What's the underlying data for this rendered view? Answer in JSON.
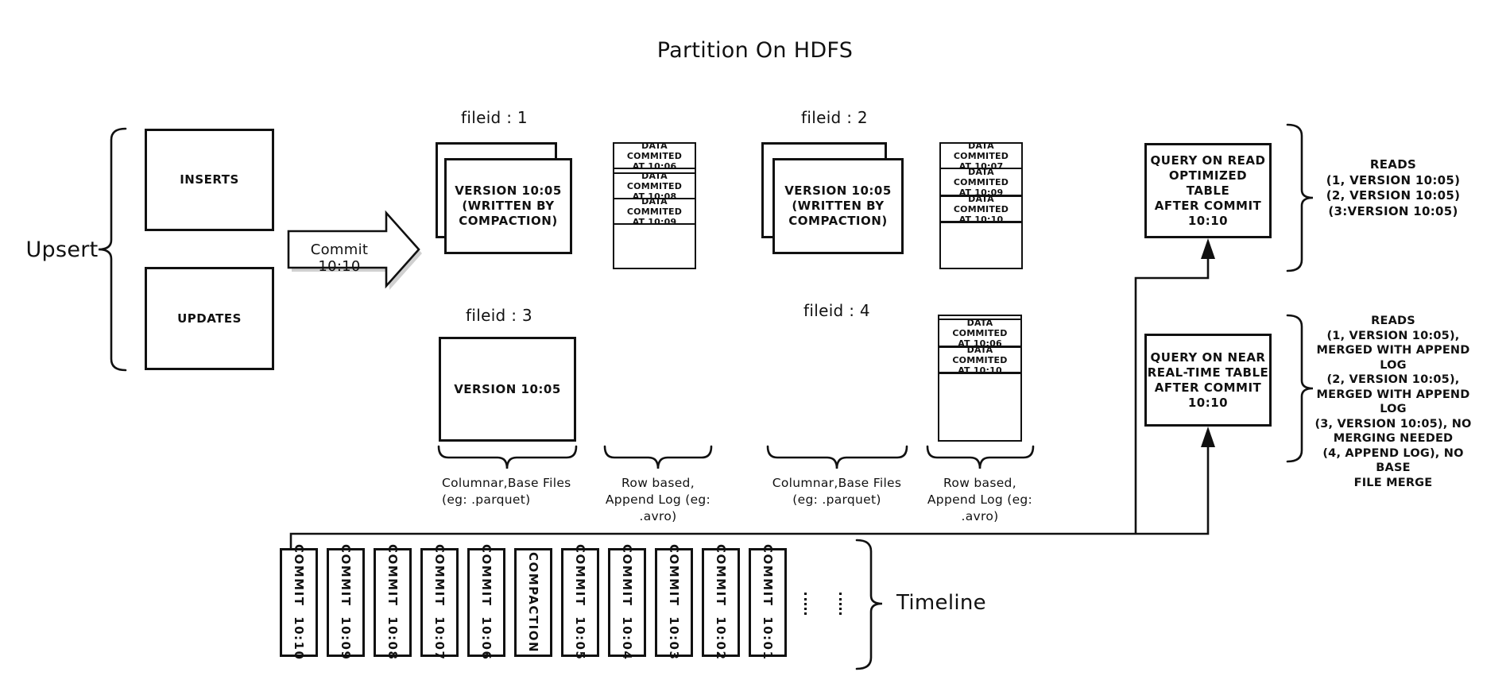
{
  "title": "Partition On HDFS",
  "upsert": {
    "label": "Upsert",
    "inserts_label": "INSERTS",
    "updates_label": "UPDATES",
    "commit_arrow_label": "Commit 10:10"
  },
  "file_groups": [
    {
      "id": "fileid : 1",
      "base_file": "VERSION 10:05\n(WRITTEN BY\nCOMPACTION)",
      "log_segments": [
        "DATA COMMITED\nAT 10:06",
        "DATA COMMITED\nAT 10:08",
        "DATA COMMITED\nAT 10:09"
      ]
    },
    {
      "id": "fileid : 2",
      "base_file": "VERSION 10:05\n(WRITTEN BY\nCOMPACTION)",
      "log_segments": [
        "DATA COMMITED\nAT 10:07",
        "DATA COMMITED\nAT 10:09",
        "DATA COMMITED\nAT 10:10"
      ]
    },
    {
      "id": "fileid : 3",
      "base_file": "VERSION 10:05"
    },
    {
      "id": "fileid : 4",
      "log_segments": [
        "DATA COMMITED\nAT 10:06",
        "DATA COMMITED\nAT 10:10"
      ]
    }
  ],
  "column_labels": [
    "Columnar,Base Files\n(eg: .parquet)",
    "Row based,\nAppend Log  (eg:\n.avro)",
    "Columnar,Base Files\n(eg: .parquet)",
    "Row based,\nAppend Log  (eg:\n.avro)"
  ],
  "queries": [
    {
      "box": "QUERY ON READ\nOPTIMIZED TABLE\nAFTER COMMIT\n10:10",
      "reads": "READS\n(1, VERSION 10:05)\n(2, VERSION 10:05)\n(3:VERSION 10:05)"
    },
    {
      "box": "QUERY ON NEAR\nREAL-TIME TABLE\nAFTER COMMIT\n10:10",
      "reads": "READS\n(1, VERSION 10:05),\nMERGED WITH APPEND LOG\n(2, VERSION 10:05),\nMERGED WITH APPEND LOG\n(3, VERSION 10:05), NO\nMERGING NEEDED\n(4, APPEND LOG), NO BASE\nFILE MERGE"
    }
  ],
  "timeline": {
    "label": "Timeline",
    "entries": [
      "COMMIT 10:10",
      "COMMIT 10:09",
      "COMMIT 10:08",
      "COMMIT 10:07",
      "COMMIT 10:06",
      "COMPACTION",
      "COMMIT 10:05",
      "COMMIT 10:04",
      "COMMIT 10:03",
      "COMMIT 10:02",
      "COMMIT 10:01"
    ]
  },
  "colors": {
    "ink": "#111111",
    "background": "#ffffff",
    "arrow_shadow": "#aaaaaa"
  }
}
